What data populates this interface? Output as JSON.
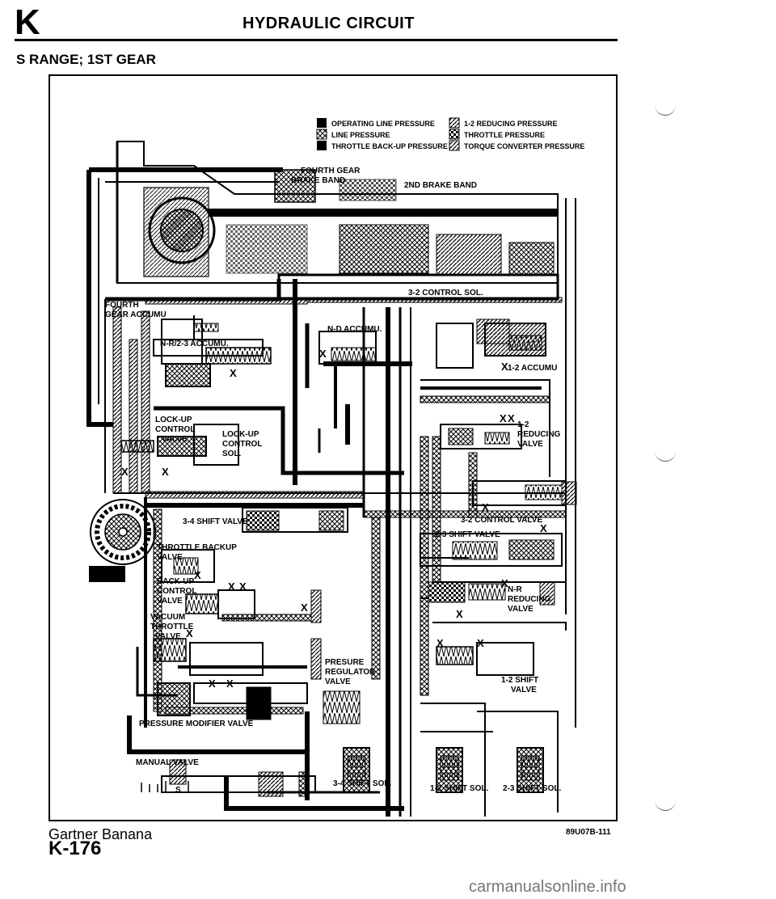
{
  "header": {
    "letter": "K",
    "title": "HYDRAULIC CIRCUIT"
  },
  "section": {
    "heading": "S RANGE; 1ST GEAR"
  },
  "legend": {
    "items": [
      {
        "label": "OPERATING LINE PRESSURE",
        "pattern": "solid-black"
      },
      {
        "label": "LINE PRESSURE",
        "pattern": "cross-hatch"
      },
      {
        "label": "THROTTLE BACK-UP PRESSURE",
        "pattern": "solid-black"
      },
      {
        "label": "1-2 REDUCING PRESSURE",
        "pattern": "diagonal-hatch"
      },
      {
        "label": "THROTTLE PRESSURE",
        "pattern": "checker"
      },
      {
        "label": "TORQUE CONVERTER PRESSURE",
        "pattern": "diagonal-hatch"
      }
    ]
  },
  "labels": {
    "fourth_gear_brake_band_1": "FOURTH GEAR",
    "fourth_gear_brake_band_2": "BRAKE BAND",
    "second_brake_band": "2ND BRAKE BAND",
    "three_two_control_sol": "3-2 CONTROL SOL.",
    "fourth_gear_accum_1": "FOURTH",
    "fourth_gear_accum_2": "GEAR ACCUMU",
    "nd_accum": "N-D ACCUMU.",
    "nr_23_accum": "N-R/2-3 ACCUMU.",
    "one_two_accumu": "1-2 ACCUMU",
    "lockup_control_valve_1": "LOCK-UP",
    "lockup_control_valve_2": "CONTROL",
    "lockup_control_valve_3": "VALVE",
    "lockup_control_sol_1": "LOCK-UP",
    "lockup_control_sol_2": "CONTROL",
    "lockup_control_sol_3": "SOL.",
    "one_two_reducing_valve_1": "1-2",
    "one_two_reducing_valve_2": "REDUCING",
    "one_two_reducing_valve_3": "VALVE",
    "three_four_shift_valve": "3-4 SHIFT VALVE",
    "three_two_control_valve": "3-2 CONTROL VALVE",
    "throttle_backup_valve_1": "THROTTLE BACKUP",
    "throttle_backup_valve_2": "VALVE",
    "two_three_shift_valve": "2-3 SHIFT VALVE",
    "backup_control_valve_1": "BACK-UP",
    "backup_control_valve_2": "CONTROL",
    "backup_control_valve_3": "VALVE",
    "nr_reducing_valve_1": "N-R",
    "nr_reducing_valve_2": "REDUCING",
    "nr_reducing_valve_3": "VALVE",
    "vacuum_throttle_valve_1": "VACUUM",
    "vacuum_throttle_valve_2": "THROTTLE",
    "vacuum_throttle_valve_3": "VALVE",
    "pressure_regulator_valve_1": "PRESURE",
    "pressure_regulator_valve_2": "REGULATOR",
    "pressure_regulator_valve_3": "VALVE",
    "one_two_shift_valve_1": "1-2 SHIFT",
    "one_two_shift_valve_2": "VALVE",
    "pressure_modifier_valve": "PRESSURE MODIFIER VALVE",
    "manual_valve": "MANUAL VALVE",
    "manual_position": "S",
    "three_four_shift_sol": "3-4 SHIFT SOL.",
    "one_two_shift_sol": "1-2 SHIFT SOL.",
    "two_three_shift_sol": "2-3 SHIFT SOL.",
    "x_mark": "X"
  },
  "footer": {
    "source": "Gartner Banana",
    "page_number": "K-176",
    "figure_code": "89U07B-111",
    "watermark": "carmanualsonline.info"
  }
}
